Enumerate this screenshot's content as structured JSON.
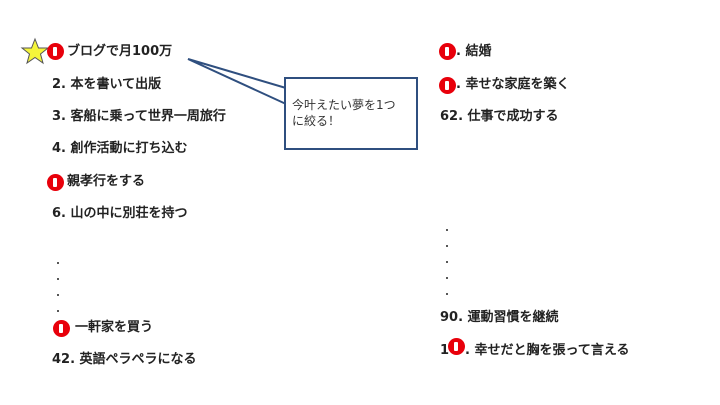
{
  "callout": {
    "line1": "今叶えたい夢を1つ",
    "line2": "に絞る！"
  },
  "colors": {
    "marker": "#e8000b",
    "star": "#f5f53a",
    "callout_border": "#2f4f7f"
  },
  "left_items": [
    {
      "label": "ブログで月100万",
      "marked": true,
      "starred": true
    },
    {
      "label": "2. 本を書いて出版"
    },
    {
      "label": "3. 客船に乗って世界一周旅行"
    },
    {
      "label": "4. 創作活動に打ち込む"
    },
    {
      "label": "親孝行をする",
      "marked": true
    },
    {
      "label": "6. 山の中に別荘を持つ"
    },
    {
      "label": "一軒家を買う",
      "marked": true
    },
    {
      "label": "42. 英語ペラペラになる"
    }
  ],
  "right_items": [
    {
      "label": ". 結婚",
      "marked": true
    },
    {
      "label": ". 幸せな家庭を築く",
      "marked": true
    },
    {
      "label": "62. 仕事で成功する"
    },
    {
      "label": "90. 運動習慣を継続"
    },
    {
      "label": "1",
      "label_rest": ". 幸せだと胸を張って言える",
      "marked": true
    }
  ]
}
